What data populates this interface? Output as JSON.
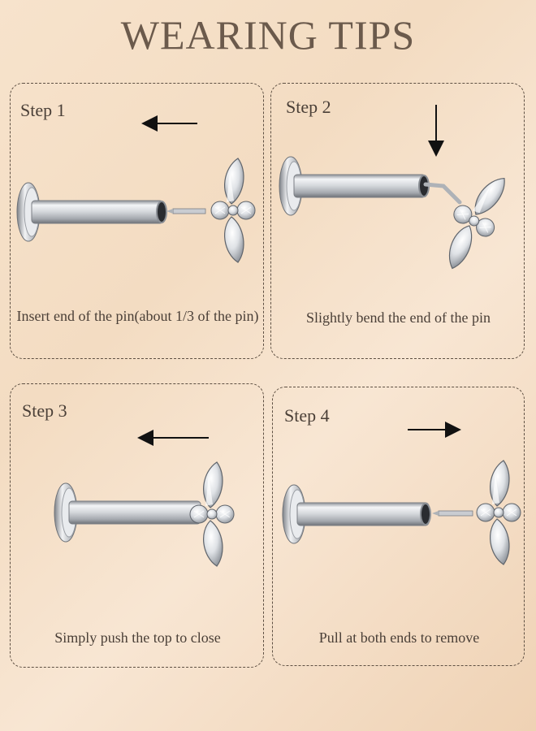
{
  "title": "WEARING TIPS",
  "steps": [
    {
      "label": "Step 1",
      "caption": "Insert end of the pin(about 1/3 of the pin)",
      "arrow": "left"
    },
    {
      "label": "Step 2",
      "caption": "Slightly bend the end of the pin",
      "arrow": "down"
    },
    {
      "label": "Step 3",
      "caption": "Simply push the top to close",
      "arrow": "left"
    },
    {
      "label": "Step 4",
      "caption": "Pull at both ends to remove",
      "arrow": "right"
    }
  ],
  "colors": {
    "metal": "#c9ccd1",
    "text": "#4a3f37",
    "title": "#6b5a4c"
  }
}
